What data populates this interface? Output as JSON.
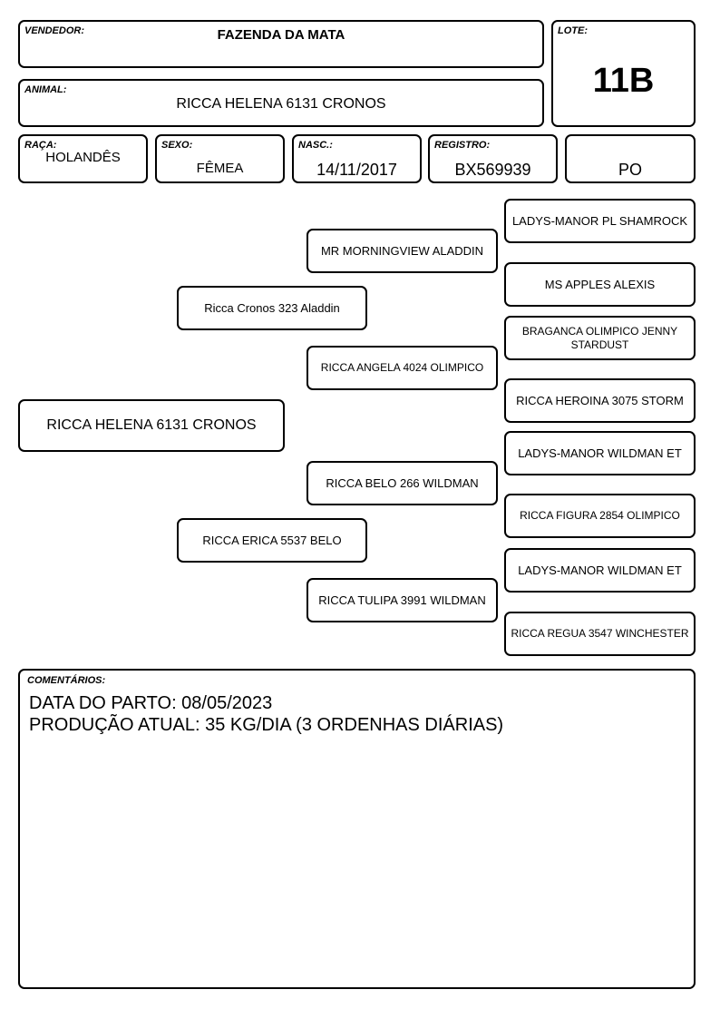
{
  "header": {
    "vendedor_label": "VENDEDOR:",
    "vendedor_value": "FAZENDA DA MATA",
    "lote_label": "LOTE:",
    "lote_value": "11B",
    "animal_label": "ANIMAL:",
    "animal_value": "RICCA HELENA 6131 CRONOS"
  },
  "info": {
    "raca_label": "RAÇA:",
    "raca_value": "HOLANDÊS",
    "sexo_label": "SEXO:",
    "sexo_value": "FÊMEA",
    "nasc_label": "NASC.:",
    "nasc_value": "14/11/2017",
    "registro_label": "REGISTRO:",
    "registro_value": "BX569939",
    "grau_value": "PO"
  },
  "pedigree": {
    "animal": "RICCA HELENA 6131 CRONOS",
    "sire": "Ricca Cronos 323 Aladdin",
    "dam": "RICCA ERICA 5537 BELO",
    "sire_sire": "MR MORNINGVIEW ALADDIN",
    "sire_dam": "RICCA ANGELA 4024 OLIMPICO",
    "dam_sire": "RICCA BELO 266 WILDMAN",
    "dam_dam": "RICCA TULIPA 3991 WILDMAN",
    "g3_1": "LADYS-MANOR PL SHAMROCK",
    "g3_2": "MS APPLES ALEXIS",
    "g3_3": "BRAGANCA OLIMPICO JENNY STARDUST",
    "g3_4": "RICCA HEROINA 3075 STORM",
    "g3_5": "LADYS-MANOR WILDMAN ET",
    "g3_6": "RICCA FIGURA 2854 OLIMPICO",
    "g3_7": "LADYS-MANOR WILDMAN ET",
    "g3_8": "RICCA REGUA 3547 WINCHESTER"
  },
  "comments": {
    "label": "COMENTÁRIOS:",
    "line1": "DATA DO PARTO: 08/05/2023",
    "line2": "PRODUÇÃO ATUAL: 35 KG/DIA (3 ORDENHAS DIÁRIAS)"
  }
}
